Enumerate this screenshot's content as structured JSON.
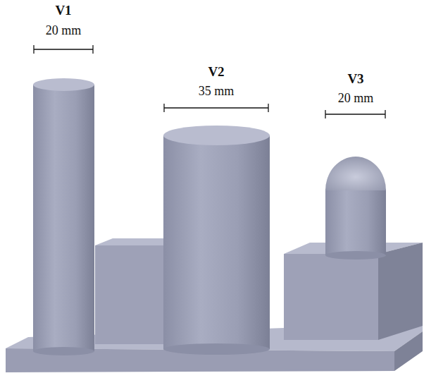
{
  "diagram": {
    "labels": [
      "V1",
      "20 mm",
      "V2",
      "35 mm",
      "V3",
      "20 mm"
    ]
  }
}
